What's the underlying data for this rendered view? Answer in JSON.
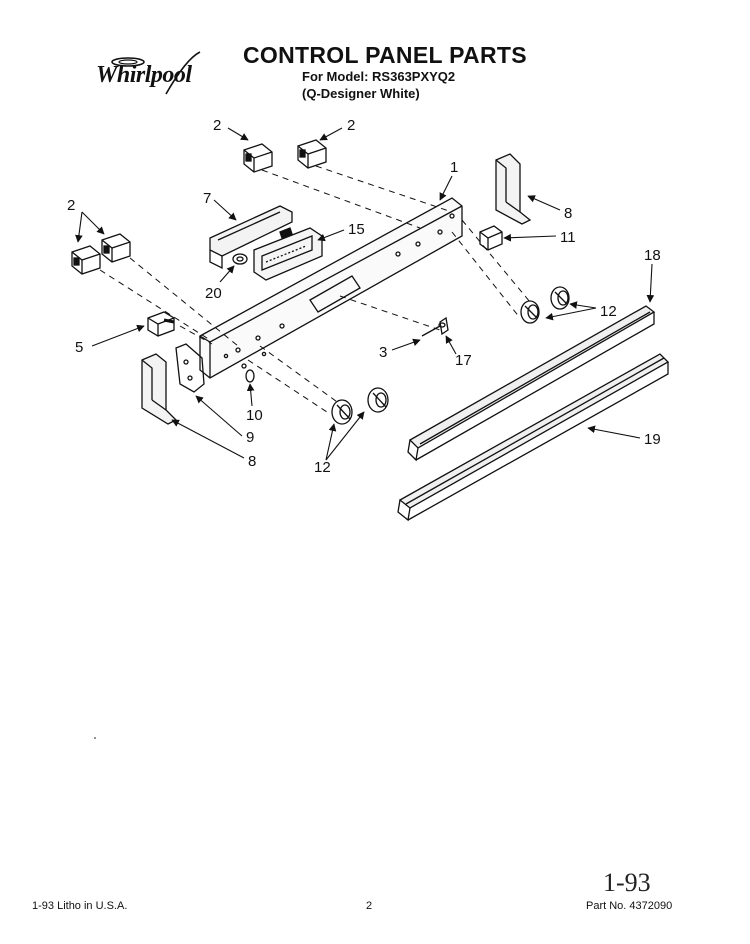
{
  "brand": {
    "name": "Whirlpool"
  },
  "header": {
    "title": "CONTROL PANEL PARTS",
    "model_line": "For Model: RS363PXYQ2",
    "variant_line": "(Q-Designer White)"
  },
  "callouts": [
    {
      "id": "c-2a",
      "label": "2"
    },
    {
      "id": "c-2b",
      "label": "2"
    },
    {
      "id": "c-1",
      "label": "1"
    },
    {
      "id": "c-2c",
      "label": "2"
    },
    {
      "id": "c-7",
      "label": "7"
    },
    {
      "id": "c-15",
      "label": "15"
    },
    {
      "id": "c-8a",
      "label": "8"
    },
    {
      "id": "c-11",
      "label": "11"
    },
    {
      "id": "c-20",
      "label": "20"
    },
    {
      "id": "c-18",
      "label": "18"
    },
    {
      "id": "c-12a",
      "label": "12"
    },
    {
      "id": "c-5",
      "label": "5"
    },
    {
      "id": "c-3",
      "label": "3"
    },
    {
      "id": "c-17",
      "label": "17"
    },
    {
      "id": "c-10",
      "label": "10"
    },
    {
      "id": "c-9",
      "label": "9"
    },
    {
      "id": "c-19",
      "label": "19"
    },
    {
      "id": "c-8b",
      "label": "8"
    },
    {
      "id": "c-12b",
      "label": "12"
    }
  ],
  "footer": {
    "litho": "1-93 Litho in U.S.A.",
    "page": "2",
    "part_no": "Part No. 4372090"
  },
  "handwritten": "1-93"
}
